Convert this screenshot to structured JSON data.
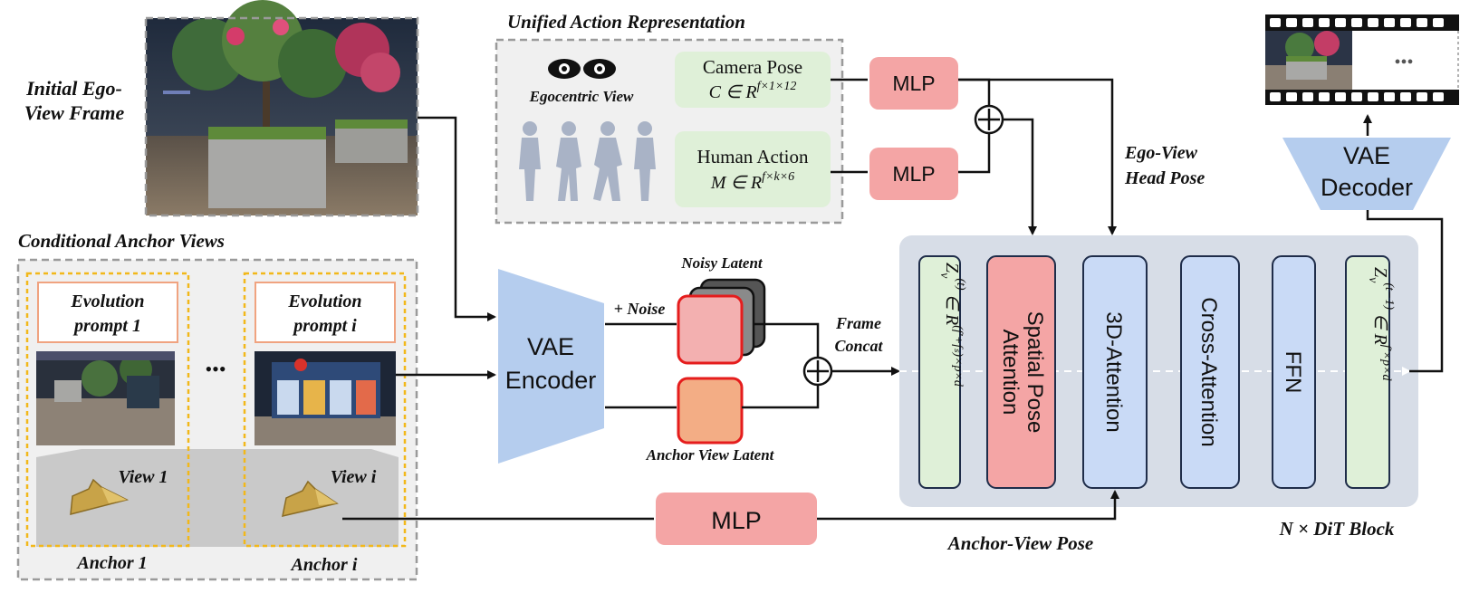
{
  "labels": {
    "initial_frame": [
      "Initial Ego-",
      "View Frame"
    ],
    "unified_action": "Unified Action Representation",
    "egocentric_view": "Egocentric View",
    "camera_pose": {
      "title": "Camera Pose",
      "formula_var": "C ∈ R",
      "formula_sup": "f×1×12"
    },
    "human_action": {
      "title": "Human Action",
      "formula_var": "M ∈ R",
      "formula_sup": "f×k×6"
    },
    "mlp": "MLP",
    "ego_head_pose": [
      "Ego-View",
      "Head Pose"
    ],
    "conditional_anchor": "Conditional Anchor Views",
    "evolution_prompt_1": [
      "Evolution",
      "prompt 1"
    ],
    "evolution_prompt_i": [
      "Evolution",
      "prompt i"
    ],
    "ellipsis": "•••",
    "view_1": "View 1",
    "view_i": "View i",
    "anchor_1": "Anchor 1",
    "anchor_i": "Anchor i",
    "vae_encoder": [
      "VAE",
      "Encoder"
    ],
    "vae_decoder": [
      "VAE",
      "Decoder"
    ],
    "noise": "+ Noise",
    "noisy_latent": "Noisy Latent",
    "anchor_view_latent": "Anchor View Latent",
    "frame_concat": [
      "Frame",
      "Concat"
    ],
    "anchor_view_pose": "Anchor-View Pose",
    "dit_block": "N × DiT Block",
    "z_in": {
      "base": "Z",
      "sub": "v",
      "sup": "(t)",
      "rest": "∈ R",
      "exp": "(f′+fₛ)×p×d"
    },
    "z_out": {
      "base": "Z",
      "sub": "v",
      "sup": "(t−1)",
      "rest": "∈ R",
      "exp": "f′×p×d"
    },
    "spatial_pose": [
      "Spatial Pose",
      "Attention"
    ],
    "attn_3d": "3D-Attention",
    "cross_attn": "Cross-Attention",
    "ffn": "FFN",
    "film_dots": "•••",
    "plus_sign": "+"
  },
  "colors": {
    "mlp_fill": "#f4a5a5",
    "green_fill": "#dff0d8",
    "blue_fill": "#c9daf6",
    "vae_fill": "#b5cdee",
    "dit_bg": "#d7dde7",
    "dash_border": "#9a9a9a",
    "noisy_fill": "#f3b0b0",
    "anchor_latent_fill": "#f3ad85",
    "latent_border": "#e51d1d",
    "prompt_border": "#f0a380",
    "yellow_dash": "#f2b81a",
    "plane_fill": "#c8a348"
  }
}
